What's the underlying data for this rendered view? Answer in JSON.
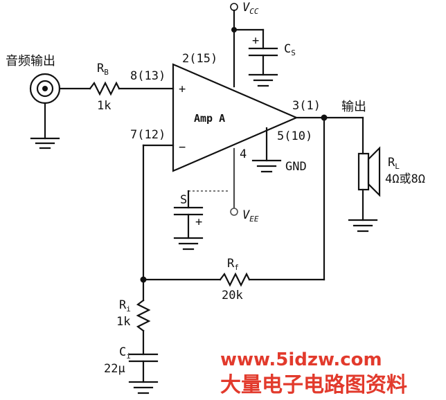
{
  "labels": {
    "audio_input": "音频输出",
    "output": "输出",
    "amp": "Amp A",
    "gnd": "GND",
    "rb_main": "R",
    "rb_sub": "B",
    "rb_val": "1k",
    "cs_main": "C",
    "cs_sub": "S",
    "rl_main": "R",
    "rl_sub": "L",
    "rl_val": "4Ω或8Ω",
    "rf_main": "R",
    "rf_sub": "f",
    "rf_val": "20k",
    "ri_main": "R",
    "ri_sub": "i",
    "ri_val": "1k",
    "ci_main": "C",
    "ci_sub": "i",
    "ci_val": "22μ",
    "vcc_main": "V",
    "vcc_sub": "CC",
    "vee_main": "V",
    "vee_sub": "EE",
    "pin_in_plus": "8(13)",
    "pin_vcc": "2(15)",
    "pin_in_minus": "7(12)",
    "pin_out": "3(1)",
    "pin_gnd": "5(10)",
    "pin_vee": "4",
    "plus_sign": "+",
    "minus_sign": "−",
    "cap_plus": "+",
    "s_fragment": "S"
  },
  "watermark": {
    "url": "www.5idzw.com",
    "site": "大量电子电路图资料"
  },
  "colors": {
    "wire": "#111111",
    "watermark": "#e23a2c"
  }
}
